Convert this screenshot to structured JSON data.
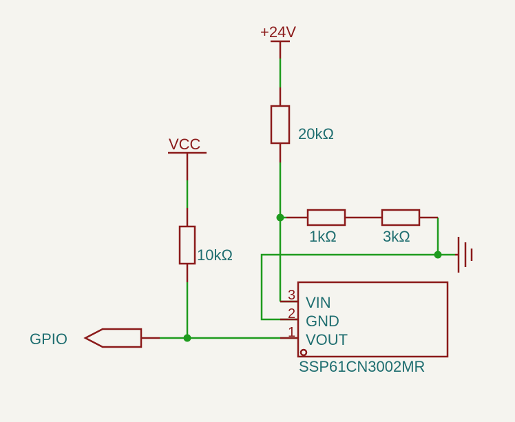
{
  "colors": {
    "background": "#f5f4ef",
    "wire": "#1e9b1e",
    "component": "#8b1a1a",
    "label": "#1f6e70"
  },
  "power": {
    "v24": "+24V",
    "vcc": "VCC"
  },
  "resistors": {
    "r_top": "20kΩ",
    "r_pullup": "10kΩ",
    "r_series1": "1kΩ",
    "r_series2": "3kΩ"
  },
  "net_labels": {
    "gpio": "GPIO"
  },
  "ic": {
    "part": "SSP61CN3002MR",
    "pins": [
      {
        "num": "3",
        "name": "VIN"
      },
      {
        "num": "2",
        "name": "GND"
      },
      {
        "num": "1",
        "name": "VOUT"
      }
    ]
  },
  "icons": [
    "ground-symbol-icon",
    "input-port-arrow-icon"
  ]
}
